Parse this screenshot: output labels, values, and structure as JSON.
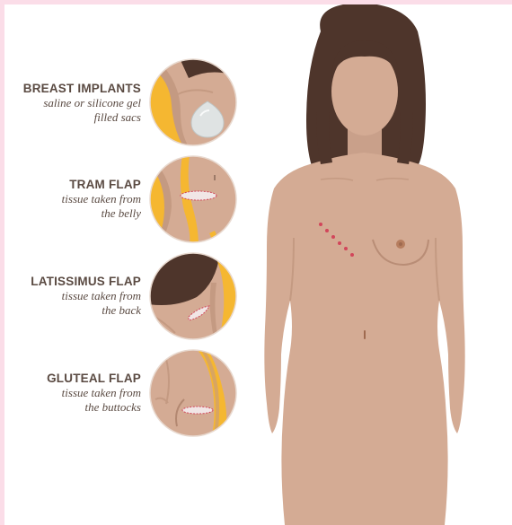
{
  "procedures": [
    {
      "title": "BREAST IMPLANTS",
      "lines": [
        "saline or silicone gel",
        "filled sacs"
      ]
    },
    {
      "title": "TRAM FLAP",
      "lines": [
        "tissue taken from",
        "the belly"
      ]
    },
    {
      "title": "LATISSIMUS FLAP",
      "lines": [
        "tissue taken from",
        "the back"
      ]
    },
    {
      "title": "GLUTEAL FLAP",
      "lines": [
        "tissue taken from",
        "the buttocks"
      ]
    }
  ],
  "colors": {
    "skin": "#d4ab94",
    "skin_shadow": "#c49a82",
    "hair": "#4e352b",
    "tissue_highlight": "#f5b731",
    "incision": "#d2465a",
    "text": "#5a4a42",
    "page_border": "#fbdde8"
  }
}
